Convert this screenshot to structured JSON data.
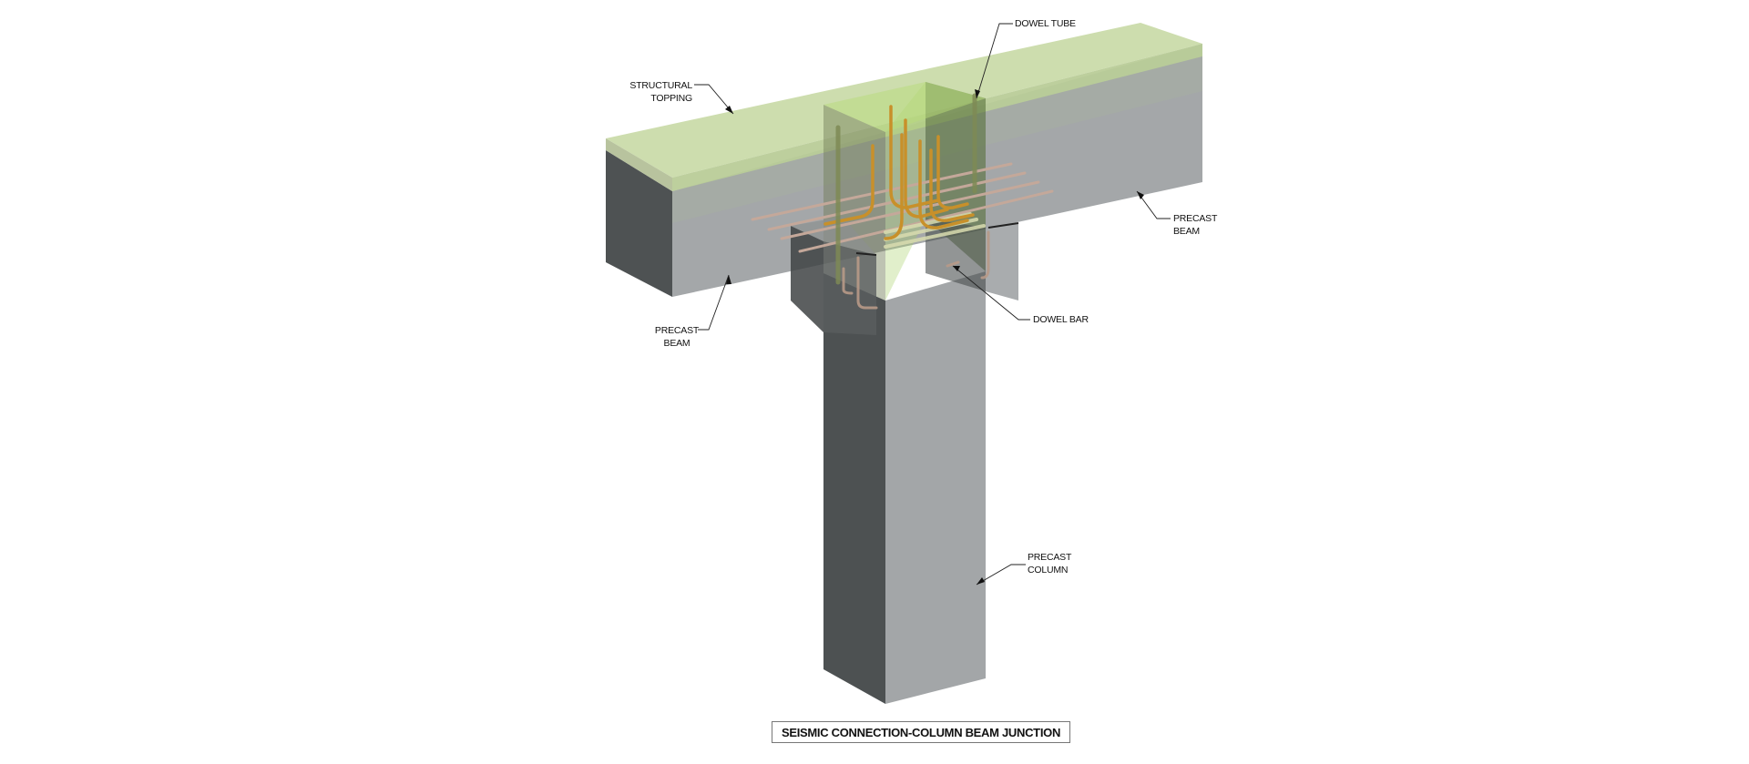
{
  "drawing": {
    "title": "SEISMIC CONNECTION-COLUMN BEAM JUNCTION",
    "labels": {
      "structural_topping": {
        "line1": "STRUCTURAL",
        "line2": "TOPPING"
      },
      "dowel_tube": {
        "line1": "DOWEL TUBE"
      },
      "precast_beam_right": {
        "line1": "PRECAST",
        "line2": "BEAM"
      },
      "precast_beam_left": {
        "line1": "PRECAST",
        "line2": "BEAM"
      },
      "dowel_bar": {
        "line1": "DOWEL BAR"
      },
      "precast_column": {
        "line1": "PRECAST",
        "line2": "COLUMN"
      }
    },
    "colors": {
      "topping_green": "#c8dca8",
      "beam_face": "#a4a7a9",
      "beam_dark": "#4f5354",
      "rebar_orange": "#c8902a",
      "rebar_tan": "#c4a89a",
      "leader_line": "#222222"
    }
  }
}
